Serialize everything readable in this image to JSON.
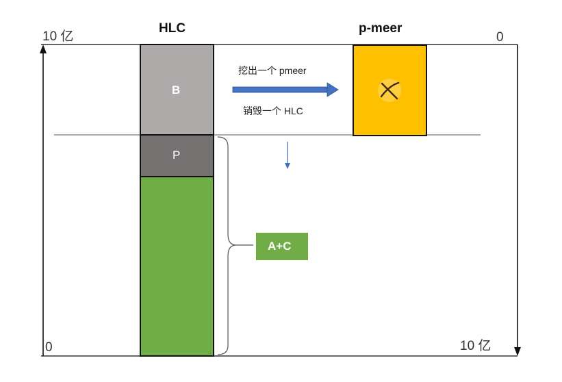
{
  "axes": {
    "left_top": "10 亿",
    "left_bottom": "0",
    "right_top": "0",
    "right_bottom": "10 亿"
  },
  "columns": {
    "hlc_title": "HLC",
    "pmeer_title": "p-meer"
  },
  "blocks": {
    "b_label": "B",
    "p_label": "P",
    "ac_label": "A+C",
    "b_color": "#aeaaaa",
    "p_color": "#767171",
    "green_color": "#70ad47",
    "pmeer_color": "#ffc000"
  },
  "flow": {
    "mine_text": "挖出一个 pmeer",
    "burn_text": "销毁一个 HLC",
    "arrow_color": "#4472c4"
  },
  "icons": {
    "pmeer_icon": "mining-pick-icon"
  }
}
